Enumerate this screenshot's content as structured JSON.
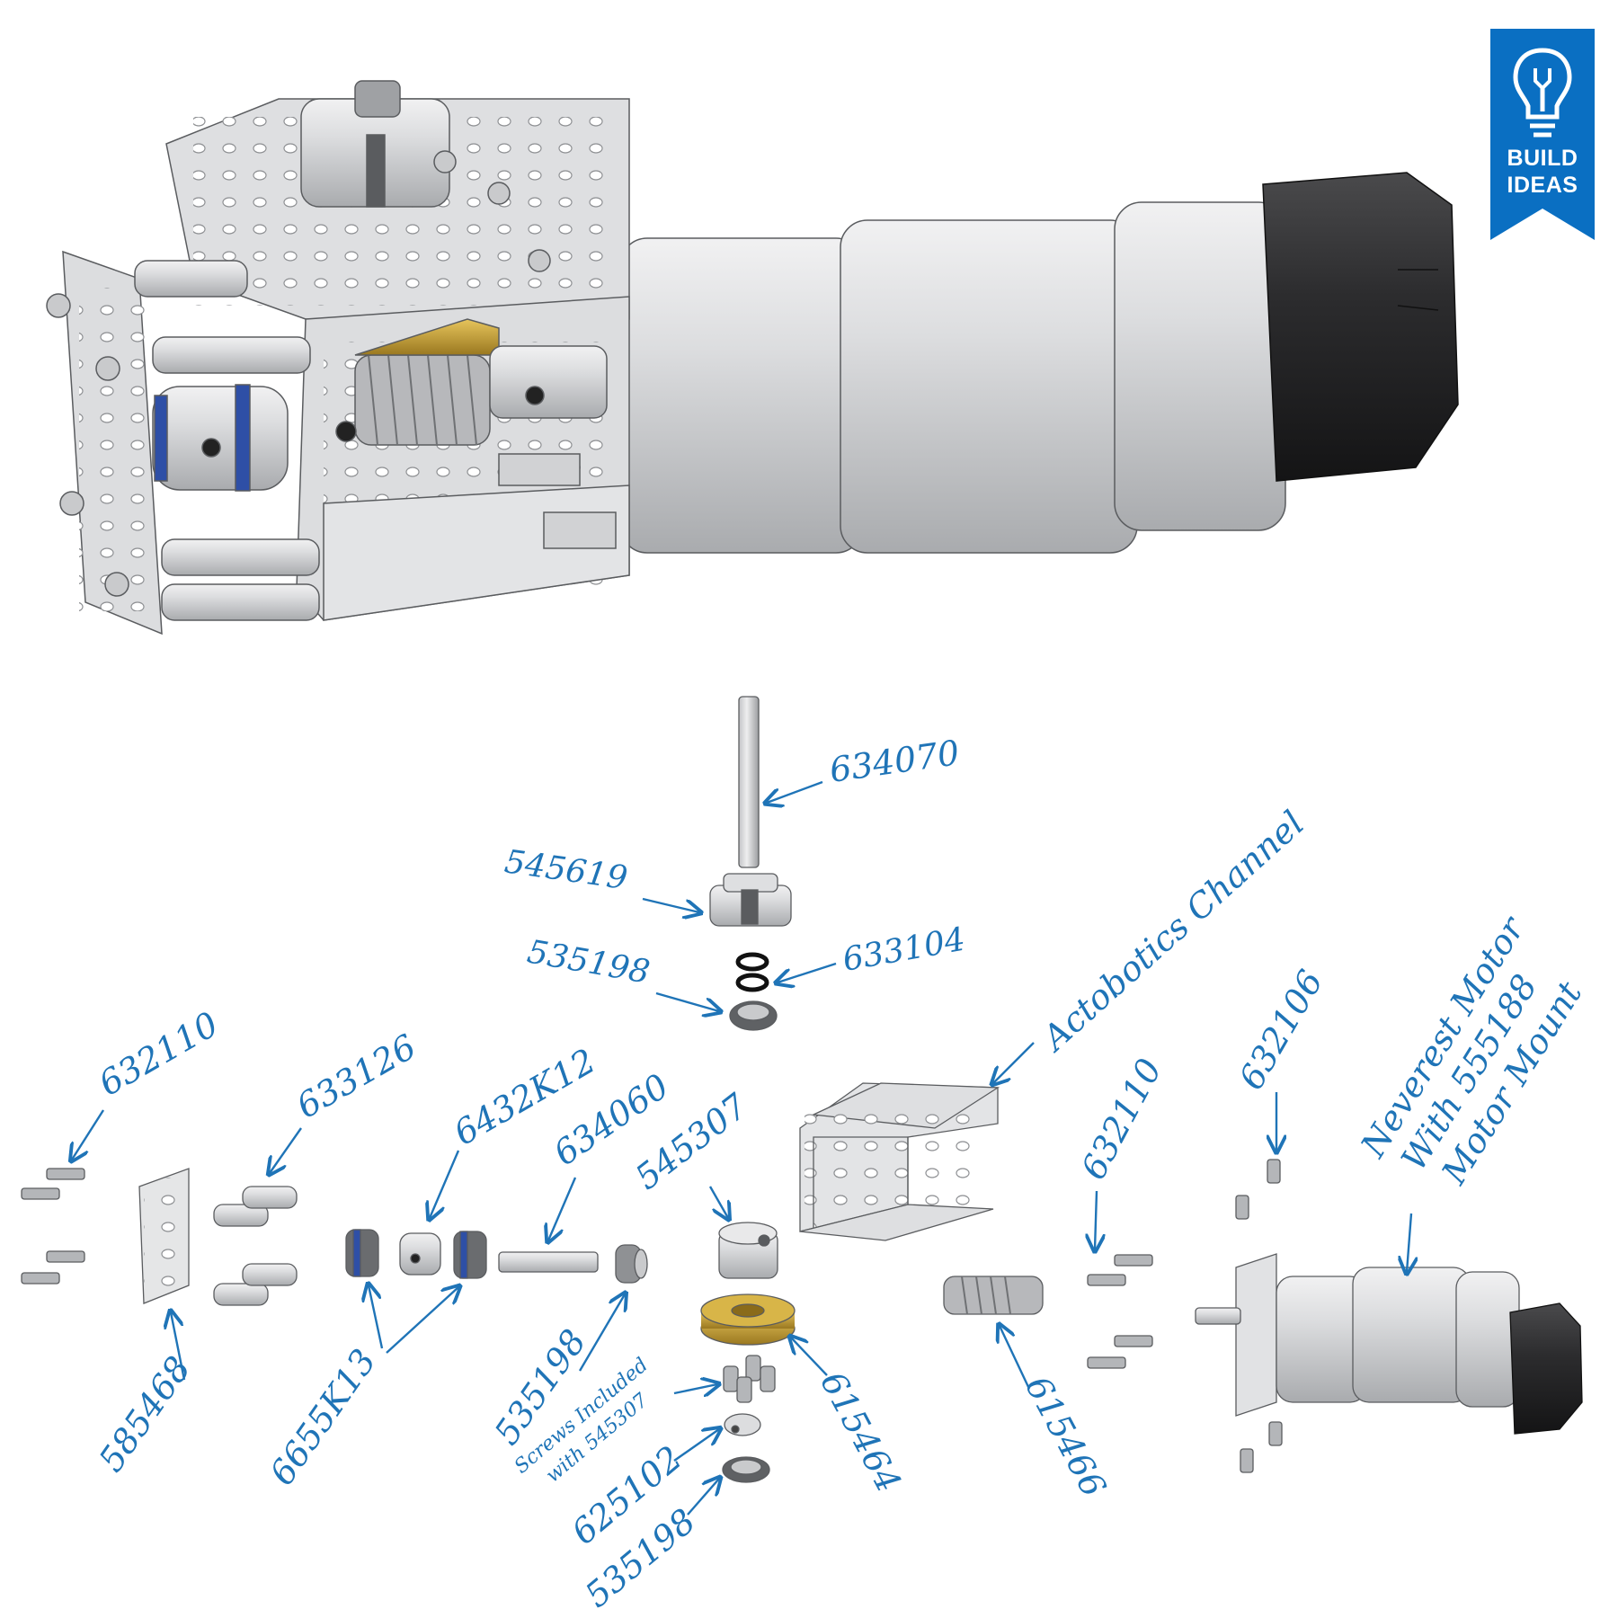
{
  "badge": {
    "line1": "BUILD",
    "line2": "IDEAS",
    "icon": "lightbulb-wrench-icon",
    "color": "#0a6fc2"
  },
  "colors": {
    "label": "#1f74b7",
    "metal": "#cfd0d2",
    "motor": "#d8d9db",
    "motor_cap": "#2b2b2c",
    "gear": "#c9a23a",
    "bearing_seal": "#2e4fa6"
  },
  "labels": {
    "l634070": "634070",
    "l545619": "545619",
    "l633104": "633104",
    "l535198_top": "535198",
    "channel": "Actobotics Channel",
    "l632110_left": "632110",
    "l633126": "633126",
    "l6432K12": "6432K12",
    "l634060": "634060",
    "l545307": "545307",
    "l632110_mid": "632110",
    "l632106": "632106",
    "motor_line1": "Neverest Motor",
    "motor_line2": "With 555188",
    "motor_line3": "Motor Mount",
    "l585468": "585468",
    "l6655K13": "6655K13",
    "l535198_mid": "535198",
    "screws_line1": "Screws Included",
    "screws_line2": "with 545307",
    "l615464": "615464",
    "l615466": "615466",
    "l625102": "625102",
    "l535198_bottom": "535198"
  }
}
